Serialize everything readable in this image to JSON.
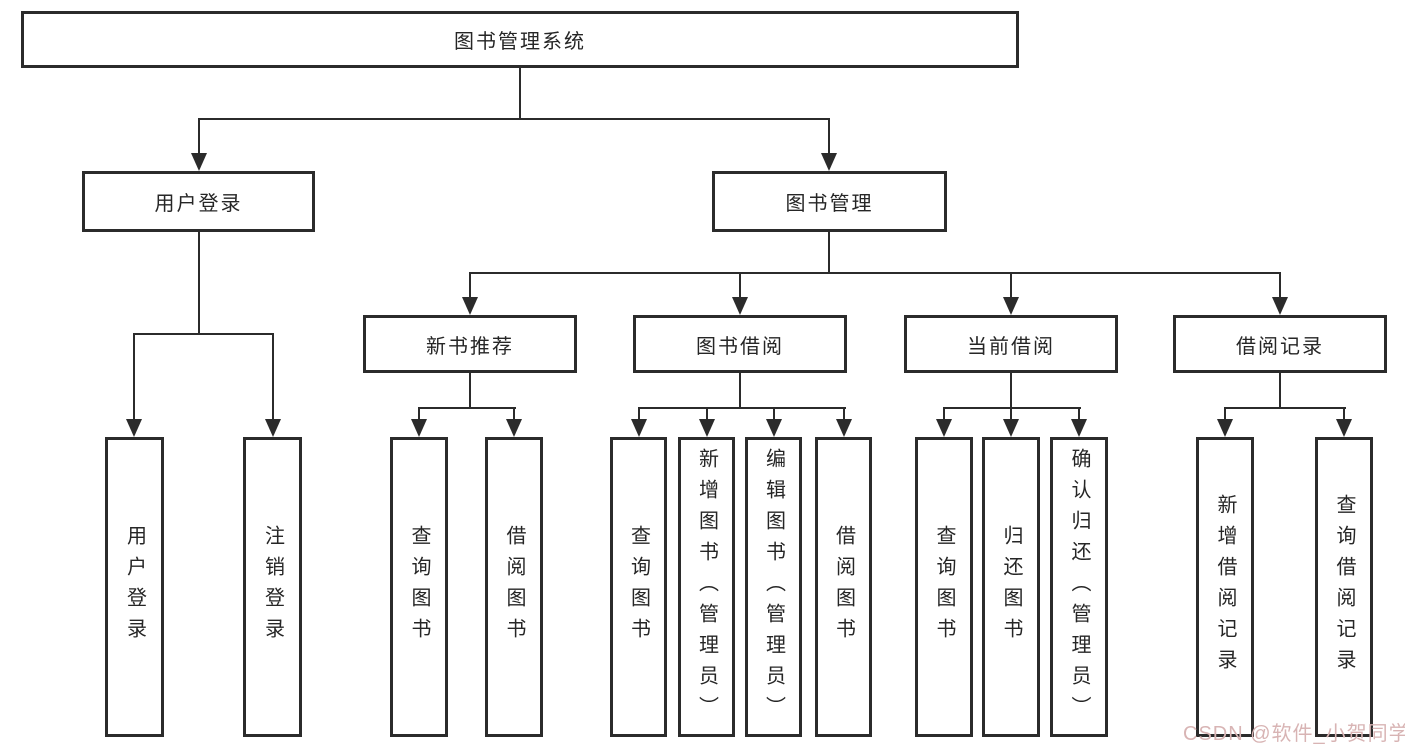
{
  "diagram": {
    "root": {
      "label": "图书管理系统"
    },
    "branches": [
      {
        "label": "用户登录",
        "children": [
          {
            "label": "用户登录"
          },
          {
            "label": "注销登录"
          }
        ]
      },
      {
        "label": "图书管理",
        "children": [
          {
            "label": "新书推荐",
            "children": [
              {
                "label": "查询图书"
              },
              {
                "label": "借阅图书"
              }
            ]
          },
          {
            "label": "图书借阅",
            "children": [
              {
                "label": "查询图书"
              },
              {
                "label": "新增图书（管理员）"
              },
              {
                "label": "编辑图书（管理员）"
              },
              {
                "label": "借阅图书"
              }
            ]
          },
          {
            "label": "当前借阅",
            "children": [
              {
                "label": "查询图书"
              },
              {
                "label": "归还图书"
              },
              {
                "label": "确认归还（管理员）"
              }
            ]
          },
          {
            "label": "借阅记录",
            "children": [
              {
                "label": "新增借阅记录"
              },
              {
                "label": "查询借阅记录"
              }
            ]
          }
        ]
      }
    ]
  },
  "watermark": {
    "text": "CSDN @软件_小贺同学",
    "color": "#d8b4b4"
  },
  "colors": {
    "line": "#2b2b2b",
    "text": "#262626",
    "background": "#ffffff"
  }
}
